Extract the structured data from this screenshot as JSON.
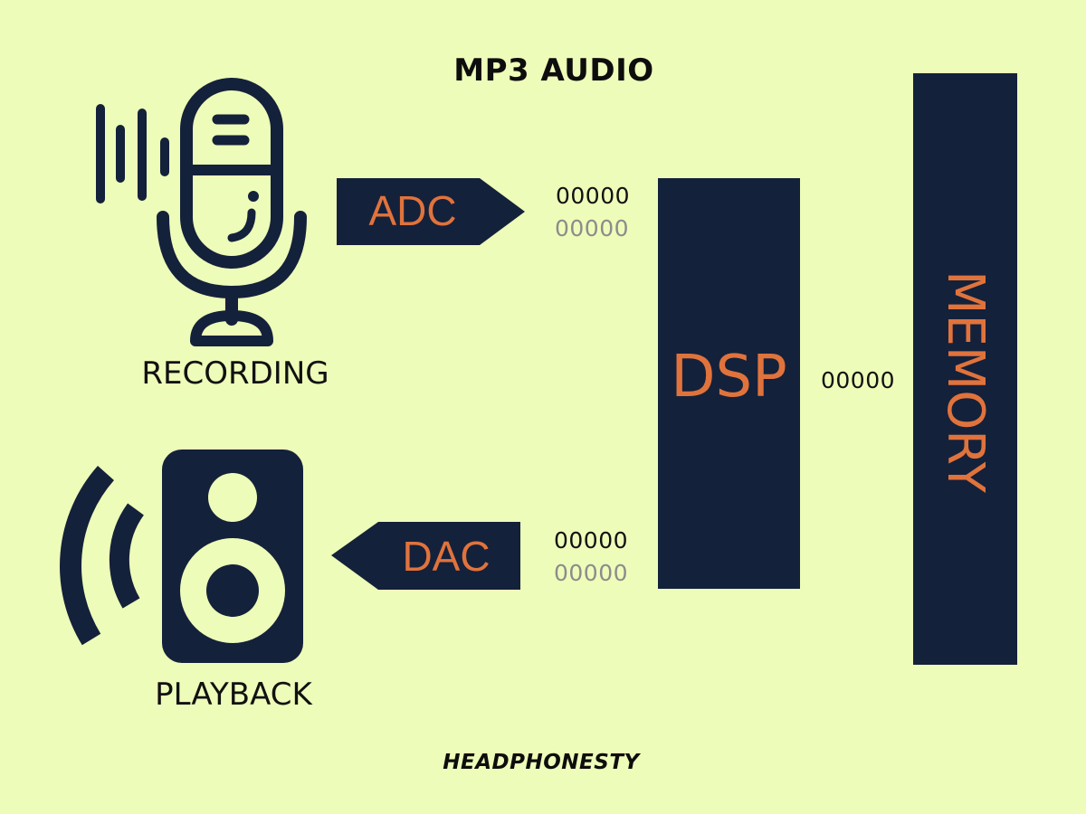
{
  "title": "MP3 AUDIO",
  "recording": {
    "label": "RECORDING",
    "icon": "microphone-icon"
  },
  "playback": {
    "label": "PLAYBACK",
    "icon": "speaker-icon"
  },
  "adc": {
    "label": "ADC",
    "bits": [
      "00000",
      "00000"
    ]
  },
  "dac": {
    "label": "DAC",
    "bits": [
      "00000",
      "00000"
    ]
  },
  "dsp": {
    "label": "DSP"
  },
  "memory": {
    "label": "MEMORY",
    "bits": "00000"
  },
  "brand": "HEADPHONESTY",
  "colors": {
    "background": "#eefcb9",
    "block": "#14213b",
    "accent": "#e0733c",
    "bits_dark": "#111111",
    "bits_gray": "#8c8c8c"
  }
}
